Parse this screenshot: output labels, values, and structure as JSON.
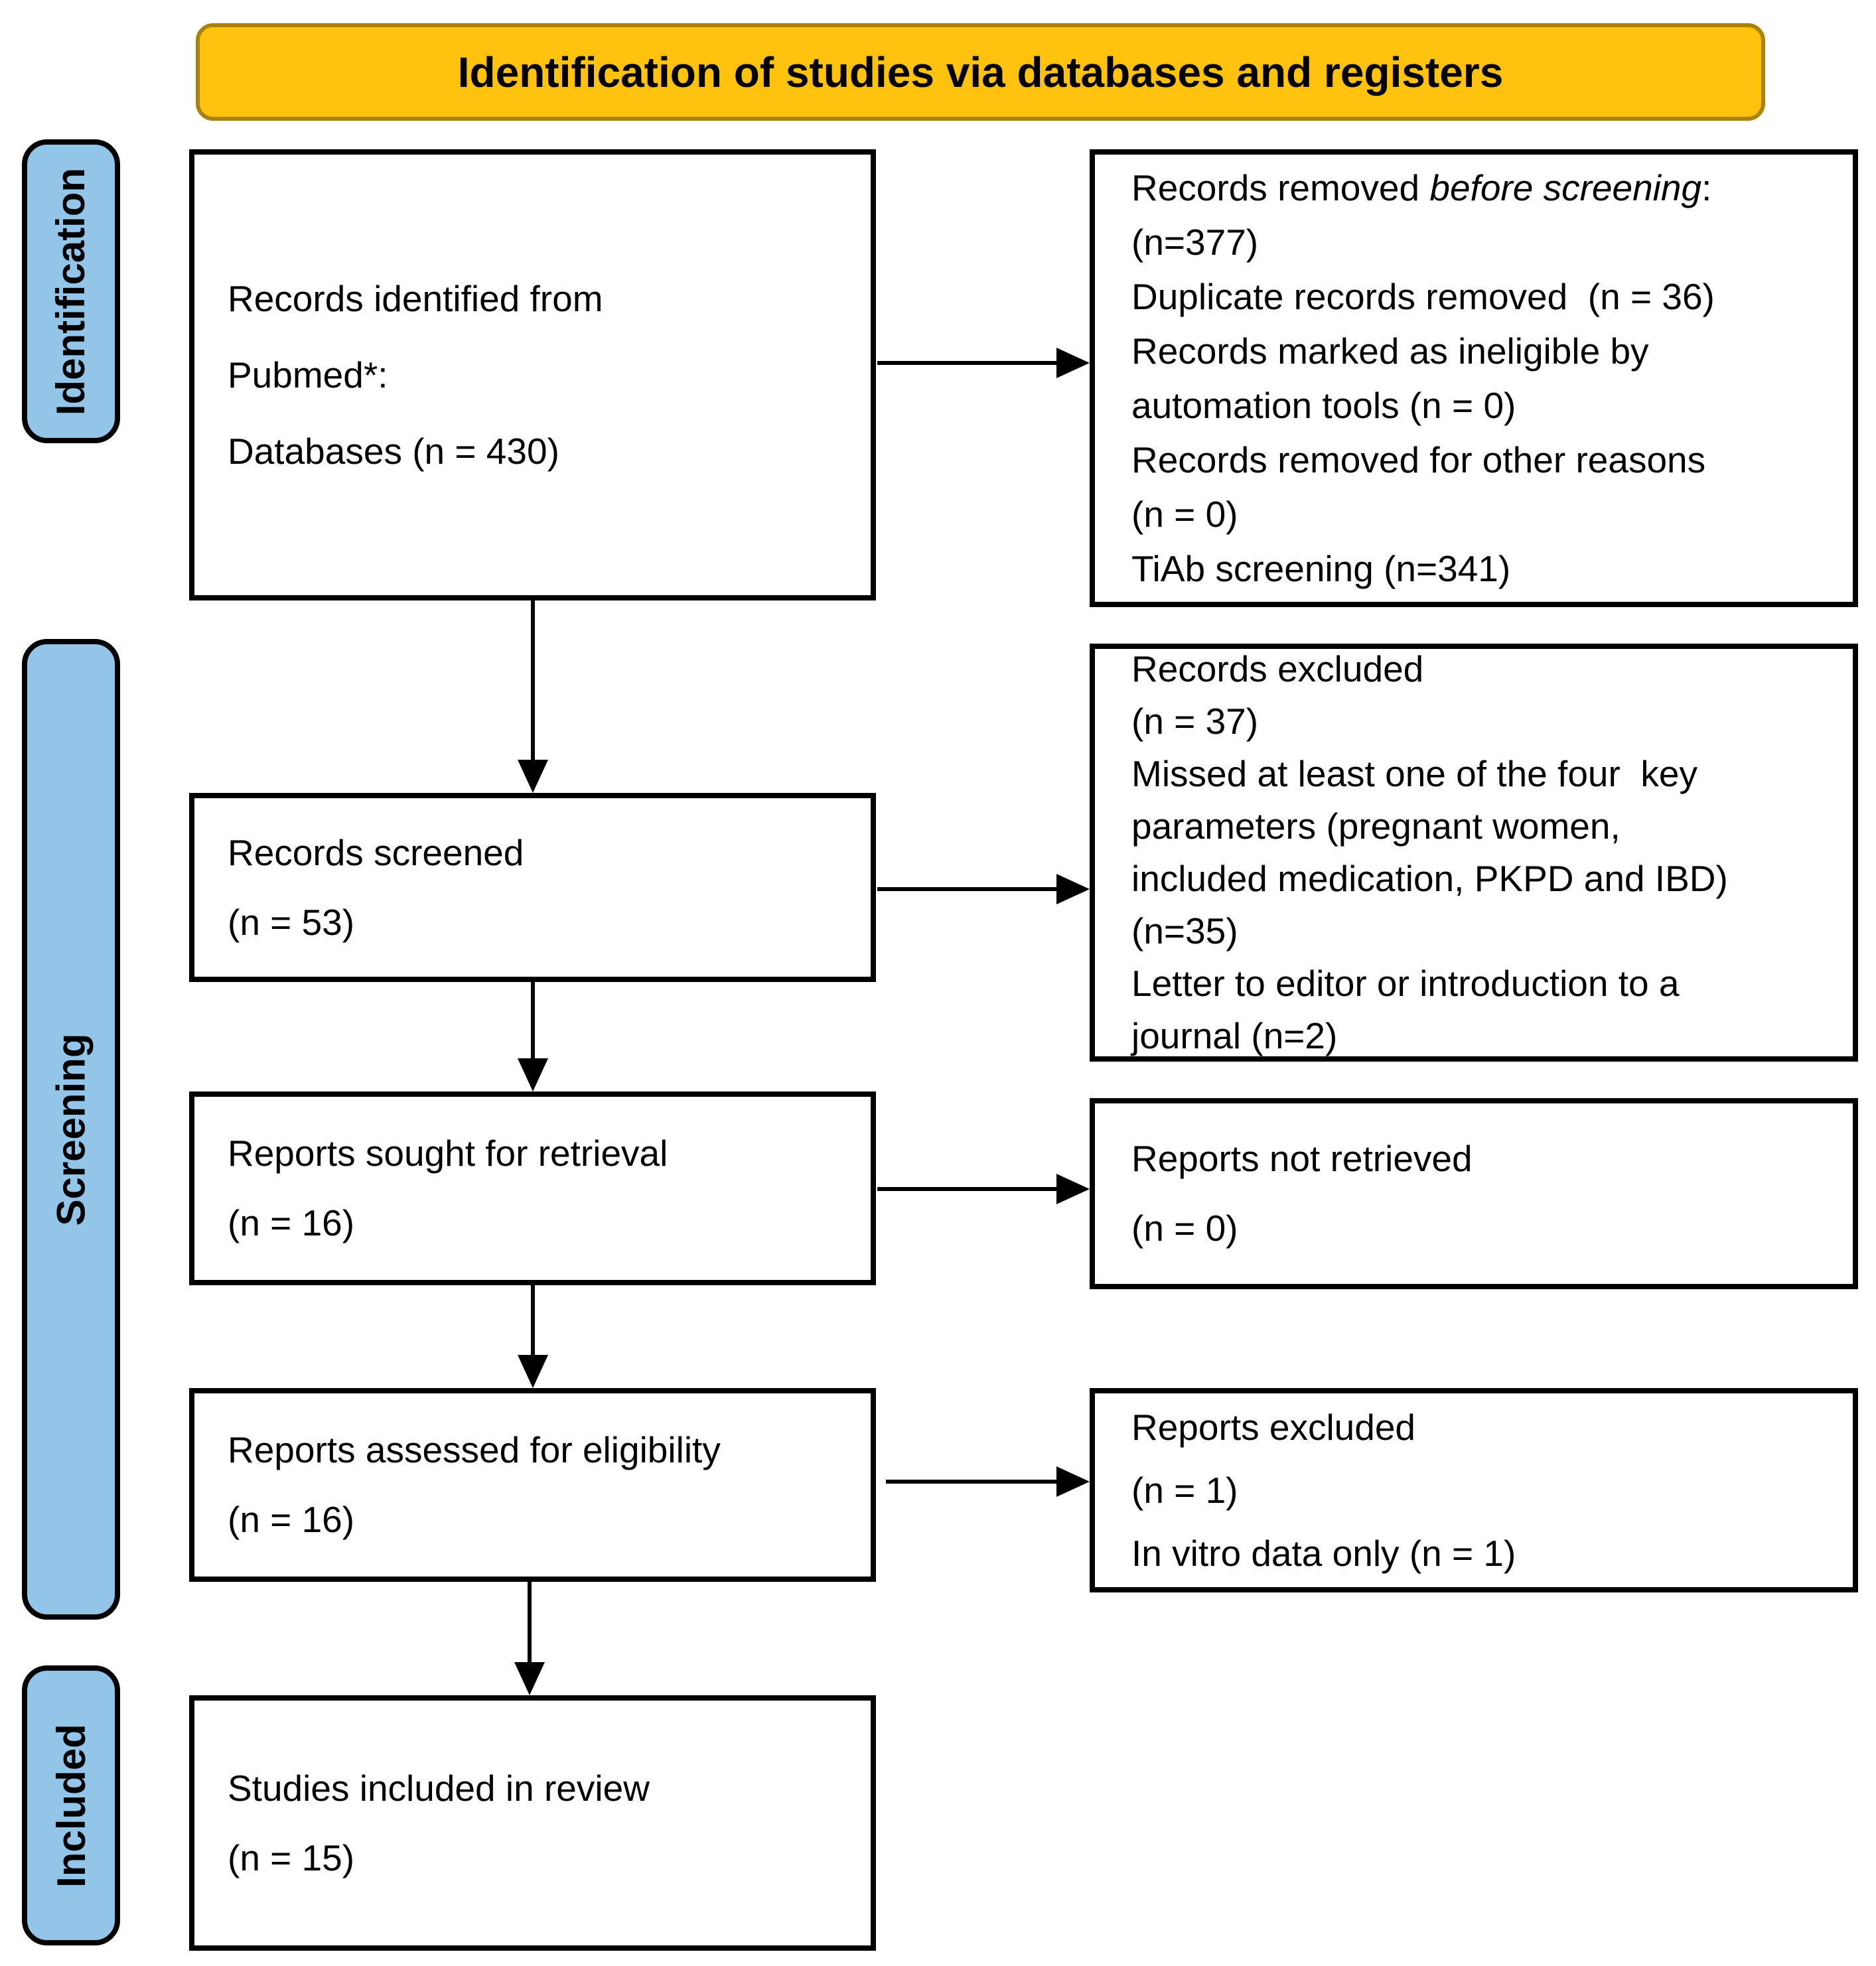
{
  "banner": {
    "title": "Identification of studies via databases and registers"
  },
  "sidebar": {
    "stages": [
      "Identification",
      "Screening",
      "Included"
    ]
  },
  "boxes": {
    "identified": {
      "lines": [
        "Records identified from",
        "Pubmed*:",
        "Databases (n = 430)"
      ]
    },
    "screened": {
      "lines": [
        "Records screened",
        "(n = 53)"
      ]
    },
    "sought": {
      "lines": [
        "Reports sought for retrieval",
        "(n = 16)"
      ]
    },
    "assessed": {
      "lines": [
        "Reports assessed for eligibility",
        "(n = 16)"
      ]
    },
    "included": {
      "lines": [
        "Studies included in review",
        "(n = 15)"
      ]
    },
    "removed_before_screening": {
      "line1_prefix": "Records removed ",
      "line1_italic": "before screening",
      "line1_suffix": ":",
      "lines": [
        "(n=377)",
        "Duplicate records removed  (n = 36)",
        "Records marked as ineligible by",
        "automation tools (n = 0)",
        "Records removed for other reasons",
        "(n = 0)",
        "TiAb screening (n=341)"
      ]
    },
    "records_excluded": {
      "lines": [
        "Records excluded",
        "(n = 37)",
        "Missed at least one of the four  key",
        "parameters (pregnant women,",
        "included medication, PKPD and IBD)",
        "(n=35)",
        "Letter to editor or introduction to a",
        "journal (n=2)"
      ]
    },
    "not_retrieved": {
      "lines": [
        "Reports not retrieved",
        "(n = 0)"
      ]
    },
    "reports_excluded": {
      "lines": [
        "Reports excluded",
        "(n = 1)",
        "In vitro data only (n = 1)"
      ]
    }
  },
  "colors": {
    "banner_fill": "#FFC20E",
    "banner_border": "#A98307",
    "stage_fill": "#92C5E8",
    "line_color": "#000000"
  }
}
